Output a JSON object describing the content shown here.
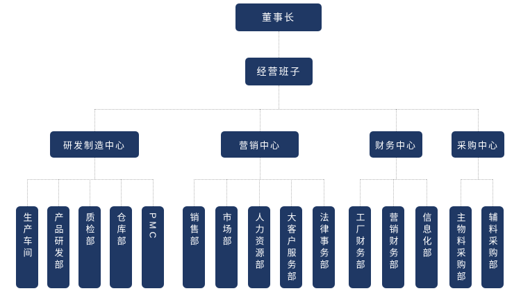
{
  "org_chart": {
    "root": {
      "label": "董事长"
    },
    "level2": {
      "label": "经营班子"
    },
    "centers": [
      {
        "label": "研发制造中心",
        "departments": [
          "生产车间",
          "产品研发部",
          "质检部",
          "仓库部",
          "PMC"
        ]
      },
      {
        "label": "营销中心",
        "departments": [
          "销售部",
          "市场部",
          "人力资源部",
          "大客户服务部",
          "法律事务部"
        ]
      },
      {
        "label": "财务中心",
        "departments": [
          "工厂财务部",
          "营销财务部",
          "信息化部"
        ]
      },
      {
        "label": "采购中心",
        "departments": [
          "主物料采购部",
          "辅料采购部"
        ]
      }
    ]
  },
  "colors": {
    "box-fill": "#1f3864",
    "box-text": "#ffffff",
    "connector": "#b3b3b3",
    "background": "#ffffff"
  }
}
